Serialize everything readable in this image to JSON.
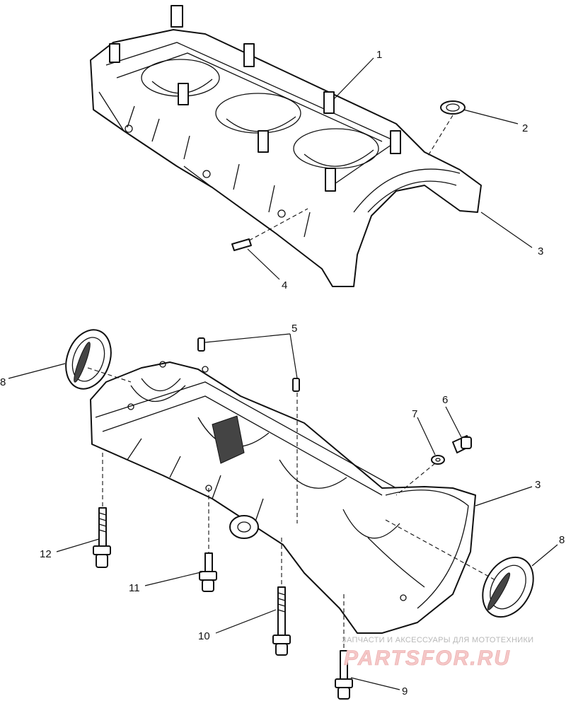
{
  "callouts": [
    {
      "id": "c1",
      "text": "1"
    },
    {
      "id": "c2",
      "text": "2"
    },
    {
      "id": "c3a",
      "text": "3"
    },
    {
      "id": "c4",
      "text": "4"
    },
    {
      "id": "c5",
      "text": "5"
    },
    {
      "id": "c6",
      "text": "6"
    },
    {
      "id": "c7",
      "text": "7"
    },
    {
      "id": "c3b",
      "text": "3"
    },
    {
      "id": "c8a",
      "text": "8"
    },
    {
      "id": "c8b",
      "text": "8"
    },
    {
      "id": "c12",
      "text": "12"
    },
    {
      "id": "c11",
      "text": "11"
    },
    {
      "id": "c10",
      "text": "10"
    },
    {
      "id": "c9",
      "text": "9"
    }
  ],
  "watermark": {
    "tagline": "ЗАПЧАСТИ И АКСЕССУАРЫ ДЛЯ МОТОТЕХНИКИ",
    "brand": "PARTSFOR.RU"
  }
}
